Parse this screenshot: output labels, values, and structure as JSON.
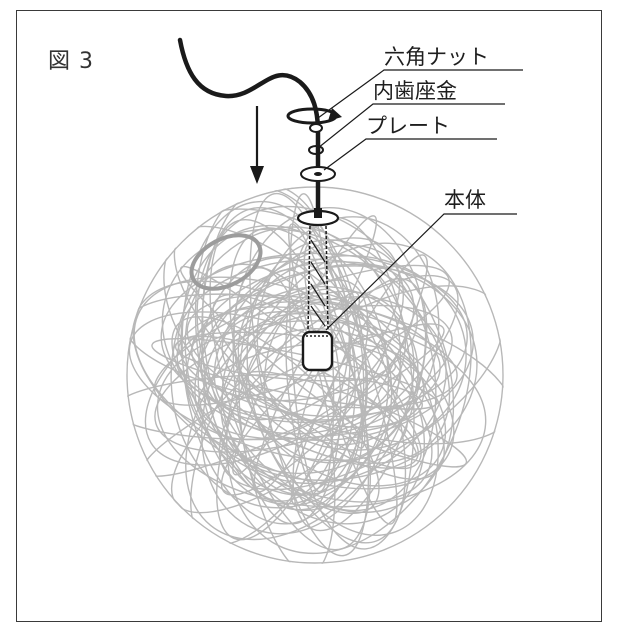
{
  "figure": {
    "label": "図 3"
  },
  "callouts": {
    "hex_nut": "六角ナット",
    "internal_tooth_washer": "内歯座金",
    "plate": "プレート",
    "body": "本体"
  },
  "colors": {
    "line": "#1a1a1a",
    "shade_wire": "#b8b8b8",
    "frame": "#3a3a3a"
  }
}
